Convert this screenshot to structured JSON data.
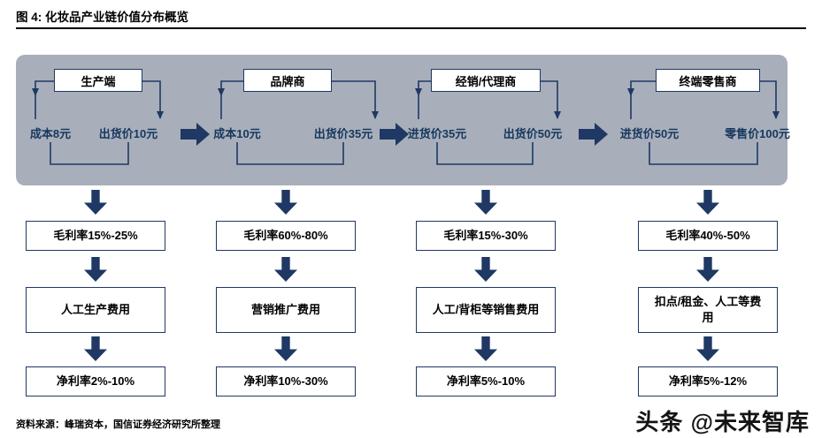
{
  "figure": {
    "title": "图 4: 化妆品产业链价值分布概览",
    "source": "资料来源：峰瑞资本，国信证券经济研究所整理",
    "watermark": "头条 @未来智库"
  },
  "colors": {
    "navy_accent": "#1F3864",
    "band_background": "#A8AFBA",
    "box_background": "#FFFFFF",
    "text": "#000000"
  },
  "chain": {
    "stages": [
      {
        "name": "生产端",
        "buy_label": "成本8元",
        "sell_label": "出货价10元",
        "gross_margin": "毛利率15%-25%",
        "expense": "人工生产费用",
        "net_margin": "净利率2%-10%"
      },
      {
        "name": "品牌商",
        "buy_label": "成本10元",
        "sell_label": "出货价35元",
        "gross_margin": "毛利率60%-80%",
        "expense": "营销推广费用",
        "net_margin": "净利率10%-30%"
      },
      {
        "name": "经销/代理商",
        "buy_label": "进货价35元",
        "sell_label": "出货价50元",
        "gross_margin": "毛利率15%-30%",
        "expense": "人工/背柜等销售费用",
        "net_margin": "净利率5%-10%"
      },
      {
        "name": "终端零售商",
        "buy_label": "进货价50元",
        "sell_label": "零售价100元",
        "gross_margin": "毛利率40%-50%",
        "expense": "扣点/租金、人工等费用",
        "net_margin": "净利率5%-12%"
      }
    ]
  }
}
